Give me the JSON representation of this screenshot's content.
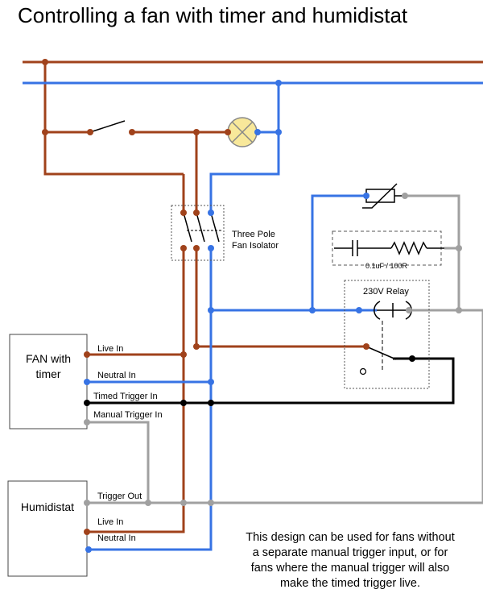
{
  "title": "Controlling a fan with timer and humidistat",
  "colors": {
    "live": "#a0421b",
    "neutral": "#3773e4",
    "trigger": "#000000",
    "manual": "#a0a0a0",
    "lamp": "#f8e89a"
  },
  "fan_unit": {
    "name_line1": "FAN with",
    "name_line2": "timer",
    "terminals": [
      "Live In",
      "Neutral In",
      "Timed Trigger In",
      "Manual Trigger In"
    ]
  },
  "humidistat": {
    "name": "Humidistat",
    "terminals": [
      "Trigger Out",
      "Live In",
      "Neutral In"
    ]
  },
  "isolator": {
    "label_line1": "Three Pole",
    "label_line2": "Fan Isolator"
  },
  "relay": {
    "label": "230V Relay"
  },
  "snubber": {
    "label": "0.1uF / 100R"
  },
  "note": "This design can be used for fans without a separate manual trigger input, or for fans where the manual trigger will also make the timed trigger live.",
  "icons": [
    "switch-icon",
    "lamp-icon",
    "varistor-icon",
    "capacitor-icon",
    "resistor-icon",
    "relay-coil-icon",
    "relay-contact-icon"
  ]
}
